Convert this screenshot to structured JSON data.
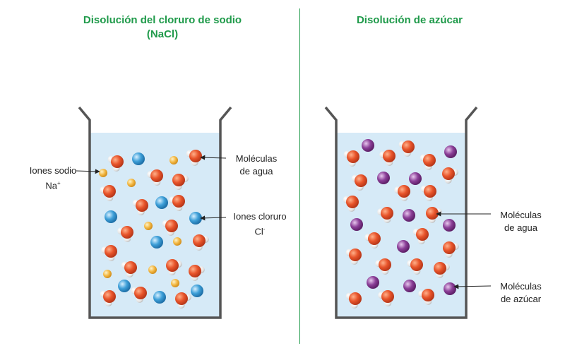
{
  "left_panel": {
    "title_line1": "Disolución del cloruro de sodio",
    "title_line2": "(NaCl)",
    "labels": {
      "sodium_line1": "Iones sodio",
      "sodium_line2": "Na",
      "sodium_charge": "+",
      "water_line1": "Moléculas",
      "water_line2": "de agua",
      "chloride_line1": "Iones cloruro",
      "chloride_line2": "Cl",
      "chloride_charge": "-"
    }
  },
  "right_panel": {
    "title": "Disolución de azúcar",
    "labels": {
      "water_line1": "Moléculas",
      "water_line2": "de agua",
      "sugar_line1": "Moléculas",
      "sugar_line2": "de azúcar"
    }
  },
  "colors": {
    "title": "#1f9a4a",
    "water_molecule": "#e8542a",
    "sodium_ion": "#f2b640",
    "chloride_ion": "#3d9fd8",
    "sugar_molecule": "#8b3f98",
    "solution": "#d6eaf7",
    "beaker": "#555555"
  }
}
